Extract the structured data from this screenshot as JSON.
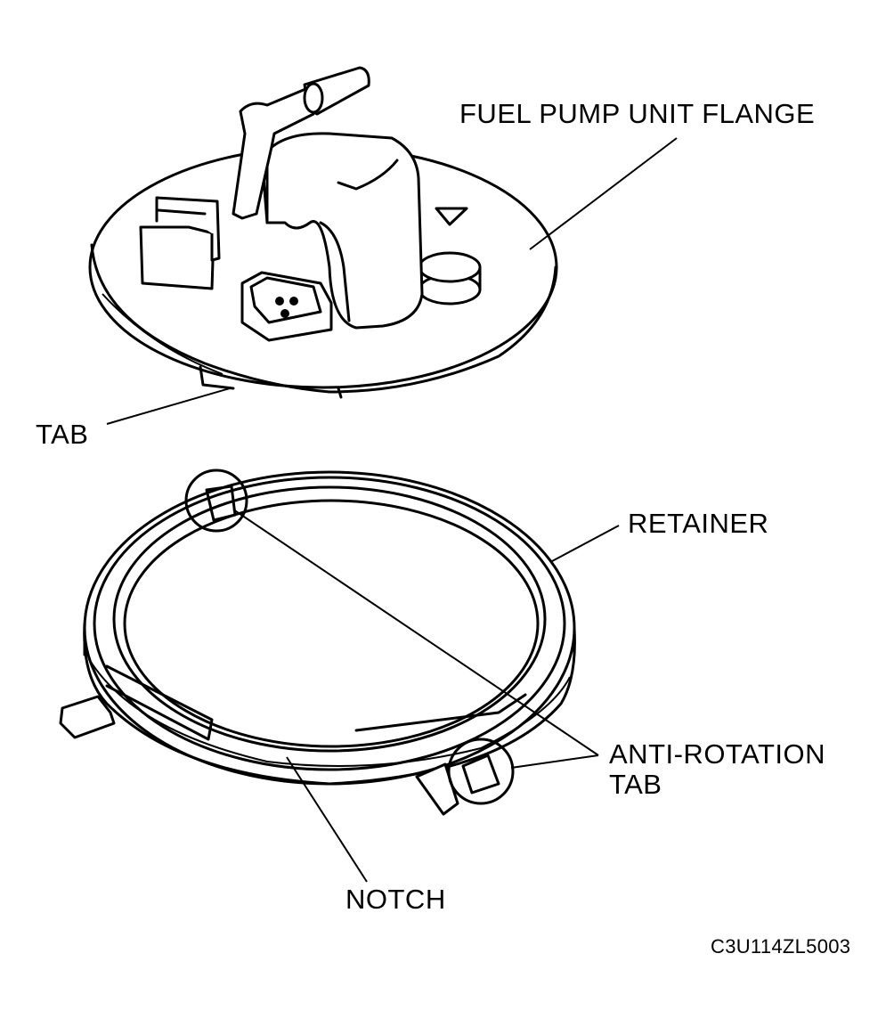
{
  "labels": {
    "flange": "FUEL PUMP UNIT FLANGE",
    "tab": "TAB",
    "retainer": "RETAINER",
    "anti_rotation_line1": "ANTI-ROTATION",
    "anti_rotation_line2": "TAB",
    "notch": "NOTCH"
  },
  "figure_code": "C3U114ZL5003",
  "colors": {
    "ink": "#000000",
    "paper": "#ffffff"
  }
}
